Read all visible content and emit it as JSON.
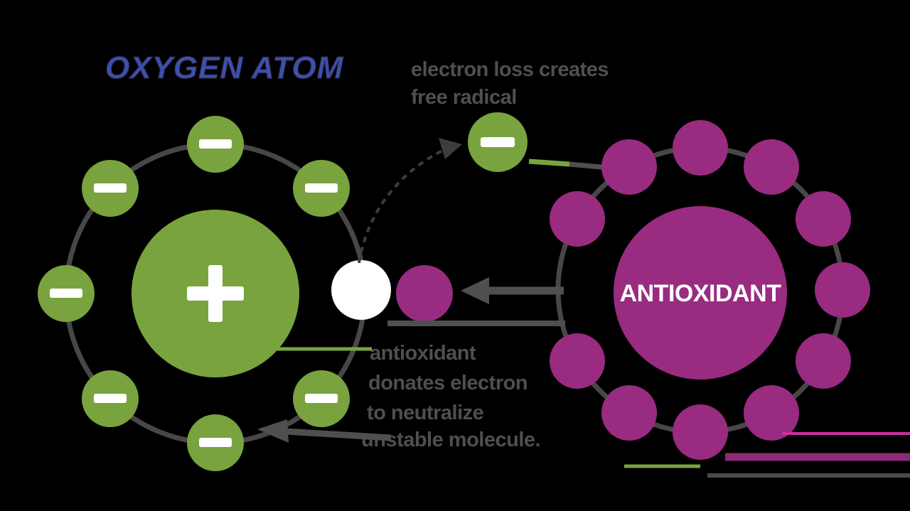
{
  "diagram": {
    "background_color": "#000000",
    "title": {
      "text": "OXYGEN ATOM",
      "color": "#3e4fae"
    },
    "oxygen_atom": {
      "nucleus_symbol": "+",
      "electron_symbol": "−",
      "electron_count": 7,
      "vacancy": "white empty electron slot",
      "color": "#79a33e"
    },
    "escaped_electron": {
      "symbol": "−",
      "color": "#79a33e"
    },
    "captions": {
      "escape": {
        "line1": "electron loss creates",
        "line2": "free radical"
      },
      "donate": {
        "line1": "antioxidant",
        "line2": "donates electron",
        "line3": "to neutralize",
        "line4": "unstable molecule."
      }
    },
    "donated_electron": {
      "color": "#992b80"
    },
    "antioxidant": {
      "label": "ANTIOXIDANT",
      "electron_count": 11,
      "color": "#992b80"
    },
    "colors": {
      "green": "#79a33e",
      "purple": "#992b80",
      "line_gray": "#4a4a4a",
      "text_gray": "#4f4f4f",
      "title_blue": "#3e4fae",
      "white": "#ffffff",
      "magenta_smear": "#cc2f9e"
    }
  }
}
